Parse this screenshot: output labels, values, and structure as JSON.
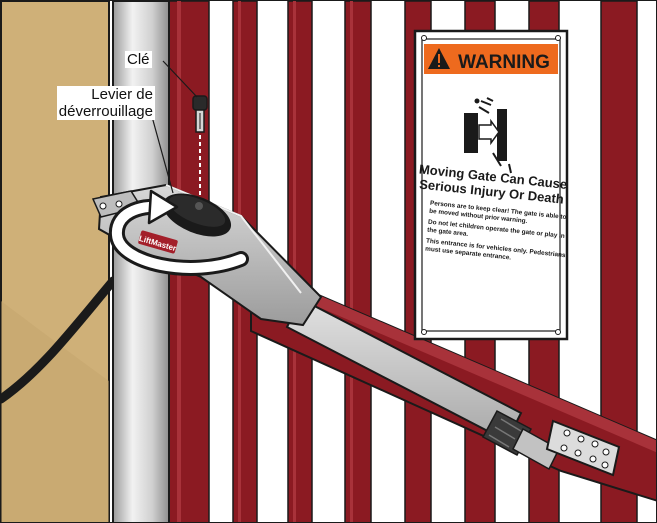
{
  "callouts": {
    "key": "Clé",
    "release_lever_line1": "Levier de",
    "release_lever_line2": "déverrouillage"
  },
  "operator": {
    "brand": "LiftMaster"
  },
  "sign": {
    "header": "WARNING",
    "headline_line1": "Moving Gate Can Cause",
    "headline_line2": "Serious Injury Or Death",
    "body_lines": [
      "Persons are to keep clear! The gate is able to",
      "be moved without prior warning.",
      "Do not let children operate the gate or play in",
      "the gate area.",
      "This entrance is for vehicles only. Pedestrians",
      "must use separate entrance."
    ]
  },
  "colors": {
    "gate_red": "#8b1a22",
    "warning_orange": "#ee6a1e",
    "wall_tan": "#cfb078",
    "operator_gray": "#c8c8c8",
    "post_gray": "#d9d9d9"
  }
}
